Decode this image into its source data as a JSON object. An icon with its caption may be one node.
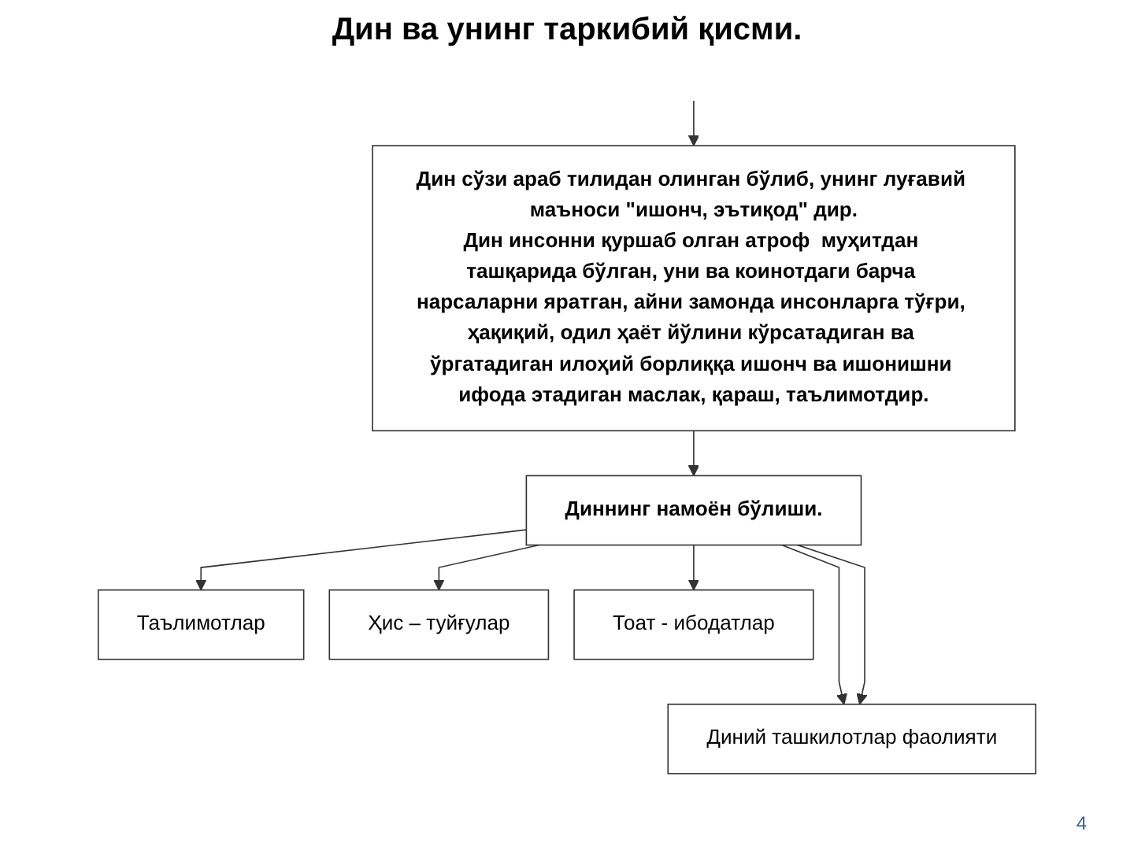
{
  "diagram": {
    "title": "Дин ва унинг таркибий қисми.",
    "nodes": [
      {
        "text": [
          "Дин сўзи араб тилидан олинган бўлиб, унинг луғавий маъноси \"ишонч, эътиқод\" дир.",
          "Дин инсонни қуршаб олган атроф  муҳитдан ташқарида бўлган, уни ва коинотдаги барча нарсаларни яратган, айни замонда инсонларга тўғри, ҳақиқий, одил ҳаёт йўлини кўрсатадиган ва ўргатадиган илоҳий борлиққа ишонч ва ишонишни ифода этадиган маслак, қараш, таълимотдир."
        ]
      },
      {
        "text": [
          "Диннинг намоён бўлиши."
        ]
      },
      {
        "text": [
          "Таълимотлар"
        ]
      },
      {
        "text": [
          "Ҳис – туйғулар"
        ]
      },
      {
        "text": [
          "Тоат - ибодатлар"
        ]
      },
      {
        "text": [
          "Диний ташкилотлар фаолияти"
        ]
      }
    ],
    "edges": [
      {
        "from": null,
        "to": 0,
        "arrow": "to"
      },
      {
        "from": 0,
        "to": 1,
        "arrow": "to"
      },
      {
        "from": 1,
        "to": 2,
        "arrow": "to"
      },
      {
        "from": 1,
        "to": 5,
        "arrow": "to"
      },
      {
        "from": 1,
        "to": 3,
        "arrow": "to"
      },
      {
        "from": 1,
        "to": 5,
        "arrow": "to"
      },
      {
        "from": 1,
        "to": 4,
        "arrow": "to"
      }
    ],
    "labels": [
      "4"
    ]
  }
}
